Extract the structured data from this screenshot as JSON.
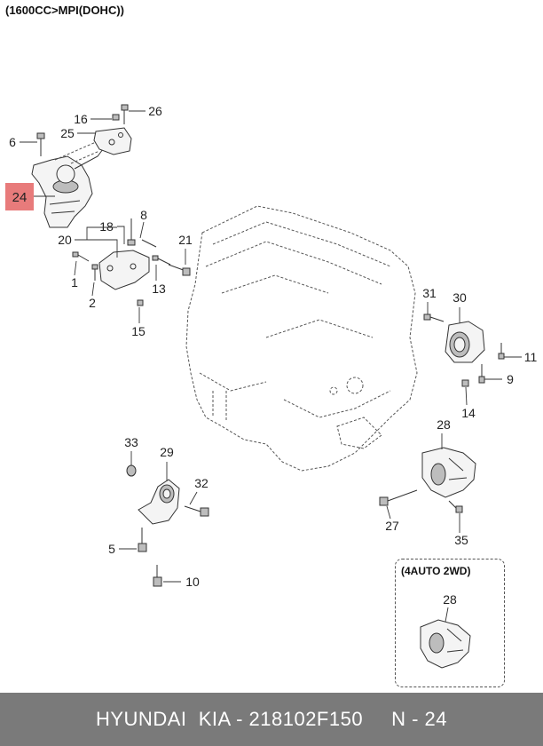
{
  "header": {
    "title": "(1600CC>MPI(DOHC))"
  },
  "inset": {
    "title": "(4AUTO 2WD)",
    "part_number": "28"
  },
  "highlight": {
    "number": "24",
    "color": "#e87b7b"
  },
  "callouts": [
    {
      "id": "6",
      "label": "6"
    },
    {
      "id": "16",
      "label": "16"
    },
    {
      "id": "26",
      "label": "26"
    },
    {
      "id": "25",
      "label": "25"
    },
    {
      "id": "18",
      "label": "18"
    },
    {
      "id": "8",
      "label": "8"
    },
    {
      "id": "20",
      "label": "20"
    },
    {
      "id": "21",
      "label": "21"
    },
    {
      "id": "1",
      "label": "1"
    },
    {
      "id": "2",
      "label": "2"
    },
    {
      "id": "13",
      "label": "13"
    },
    {
      "id": "15",
      "label": "15"
    },
    {
      "id": "31",
      "label": "31"
    },
    {
      "id": "30",
      "label": "30"
    },
    {
      "id": "11",
      "label": "11"
    },
    {
      "id": "9",
      "label": "9"
    },
    {
      "id": "14",
      "label": "14"
    },
    {
      "id": "28",
      "label": "28"
    },
    {
      "id": "33",
      "label": "33"
    },
    {
      "id": "29",
      "label": "29"
    },
    {
      "id": "32",
      "label": "32"
    },
    {
      "id": "27",
      "label": "27"
    },
    {
      "id": "35",
      "label": "35"
    },
    {
      "id": "5",
      "label": "5"
    },
    {
      "id": "10",
      "label": "10"
    }
  ],
  "footer": {
    "brand": "HYUNDAI  KIA - 218102F150",
    "page": "N - 24",
    "background": "#7a7a7a"
  }
}
